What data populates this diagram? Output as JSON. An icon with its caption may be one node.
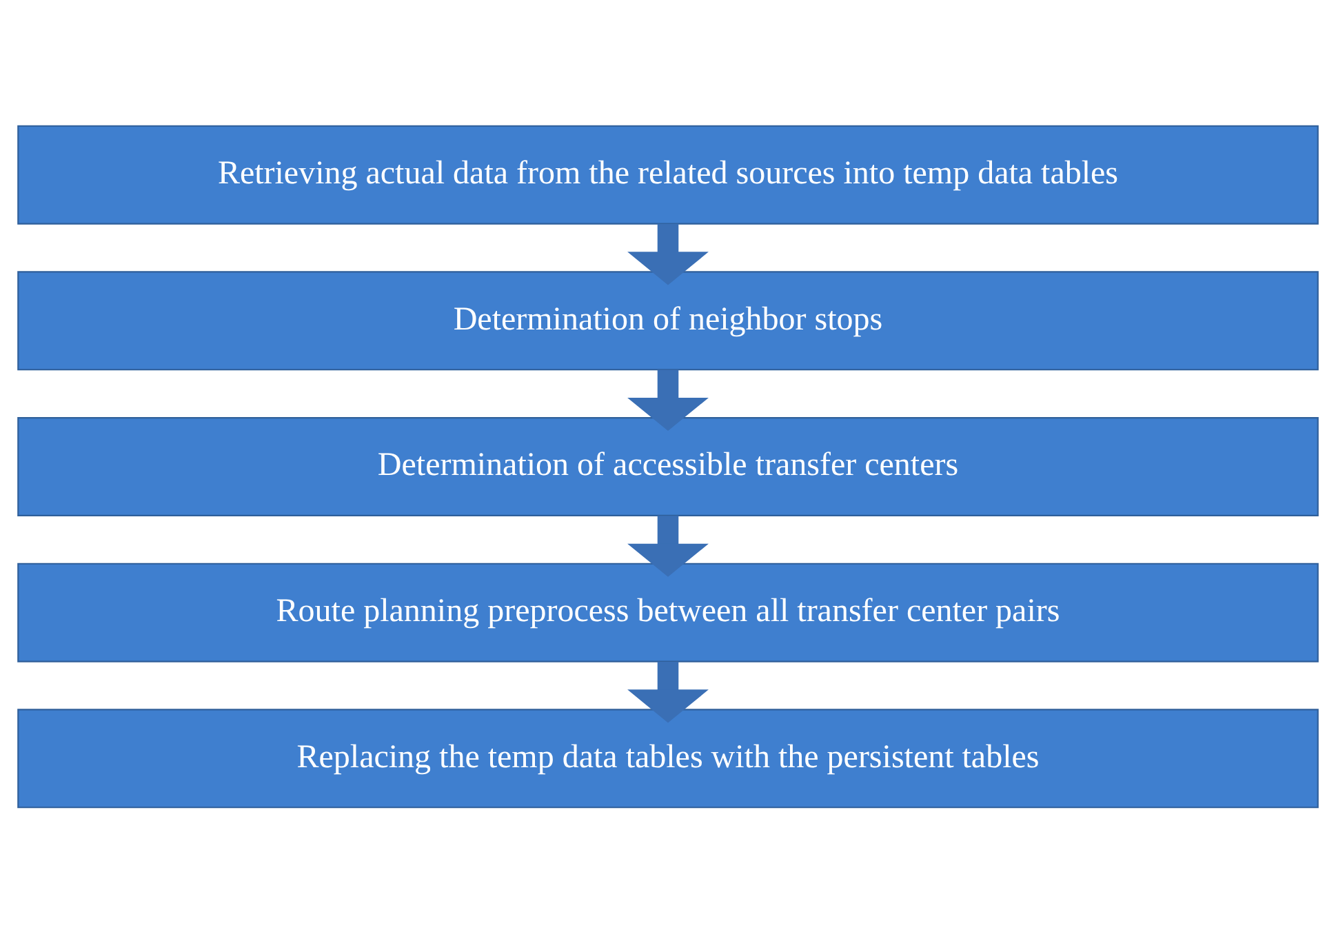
{
  "diagram": {
    "nodes": [
      {
        "text": [
          "Retrieving actual data from the related sources into temp data tables"
        ]
      },
      {
        "text": [
          "Determination of neighbor stops"
        ]
      },
      {
        "text": [
          "Determination of accessible transfer centers"
        ]
      },
      {
        "text": [
          "Route planning preprocess between all transfer center pairs"
        ]
      },
      {
        "text": [
          "Replacing the temp data tables with the persistent tables"
        ]
      }
    ],
    "edges": [
      {
        "from": 0,
        "to": 1,
        "arrow": "to"
      },
      {
        "from": 1,
        "to": 2,
        "arrow": "to"
      },
      {
        "from": 2,
        "to": 3,
        "arrow": "to"
      },
      {
        "from": 3,
        "to": 4,
        "arrow": "to"
      }
    ]
  }
}
